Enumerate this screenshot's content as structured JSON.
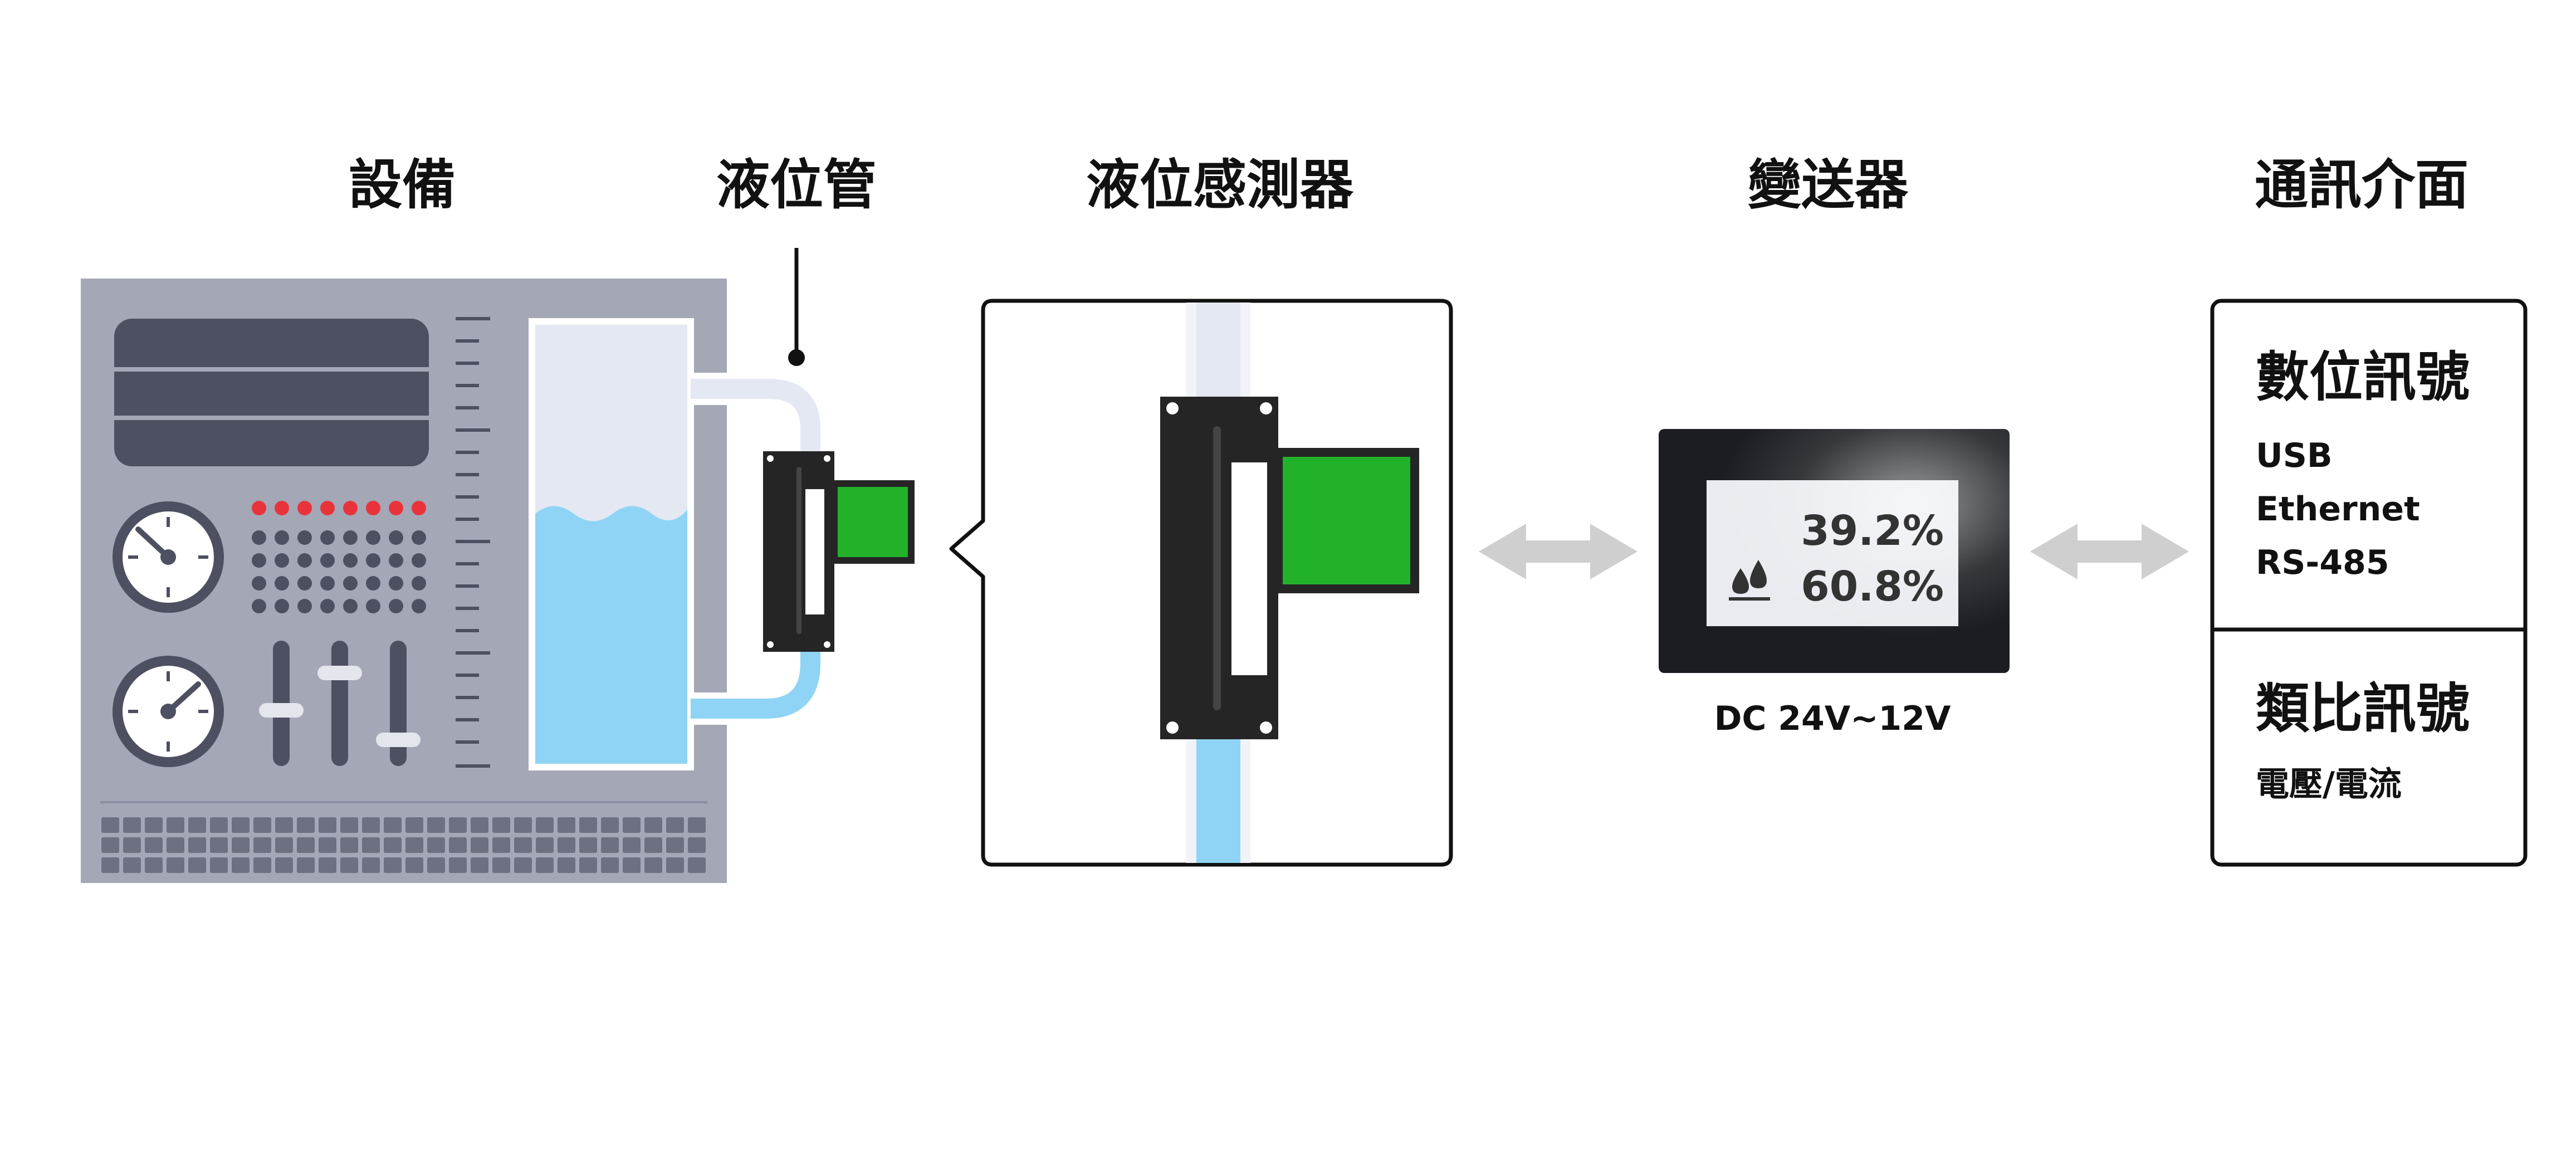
{
  "labels": {
    "equipment": "設備",
    "level_tube": "液位管",
    "level_sensor": "液位感測器",
    "transmitter": "變送器",
    "comm_interface": "通訊介面"
  },
  "transmitter": {
    "reading_1": "39.2%",
    "reading_2": "60.8%",
    "power": "DC 24V~12V",
    "icon": "water-drops-icon"
  },
  "interface": {
    "digital": {
      "title": "數位訊號",
      "items": [
        "USB",
        "Ethernet",
        "RS-485"
      ]
    },
    "analog": {
      "title": "類比訊號",
      "items": [
        "電壓/電流"
      ]
    }
  },
  "colors": {
    "panel": "#a4a7b6",
    "dark_panel": "#4d5060",
    "tube_liquid": "#8fd4f5",
    "tube_glass": "#e4e8f2",
    "sensor_body": "#252525",
    "sensor_indicator": "#22b22a",
    "led_red": "#e8333b",
    "arrow": "#cfcfcf"
  }
}
